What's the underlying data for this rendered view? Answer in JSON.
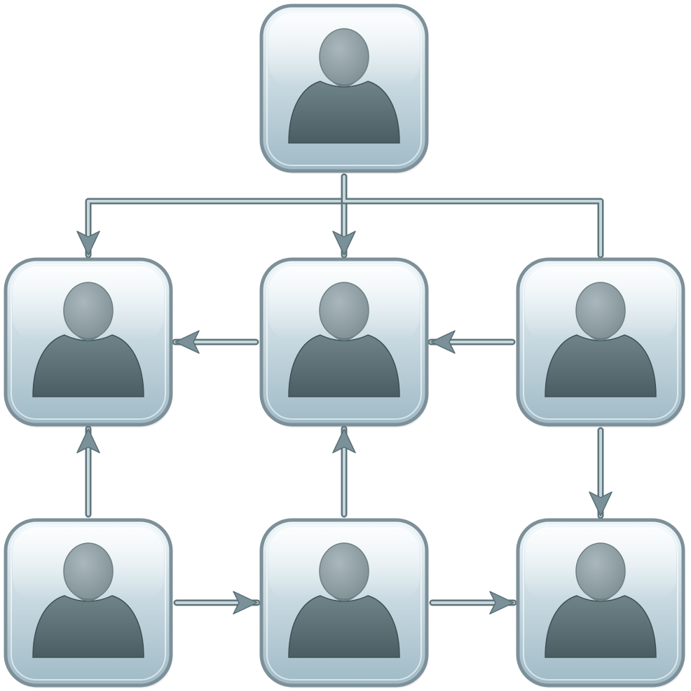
{
  "diagram": {
    "type": "organization-flow",
    "node_icon": "person-icon",
    "colors": {
      "background": "#ffffff",
      "tile_light": "#eef6f9",
      "tile_dark": "#9fbac6",
      "tile_border": "#7d9099",
      "person_head": "#8e9ea3",
      "person_body": "#52656b",
      "connector": "#7b9199"
    },
    "nodes": [
      {
        "id": "top",
        "row": 0,
        "col": 1
      },
      {
        "id": "mid-left",
        "row": 1,
        "col": 0
      },
      {
        "id": "mid-center",
        "row": 1,
        "col": 1
      },
      {
        "id": "mid-right",
        "row": 1,
        "col": 2
      },
      {
        "id": "bottom-left",
        "row": 2,
        "col": 0
      },
      {
        "id": "bottom-center",
        "row": 2,
        "col": 1
      },
      {
        "id": "bottom-right",
        "row": 2,
        "col": 2
      }
    ],
    "edges": [
      {
        "from": "top",
        "to": "mid-left",
        "route": "branch"
      },
      {
        "from": "top",
        "to": "mid-center",
        "route": "direct"
      },
      {
        "from": "top",
        "to": "mid-right",
        "route": "branch-no-arrowhead"
      },
      {
        "from": "mid-center",
        "to": "mid-left",
        "route": "direct"
      },
      {
        "from": "mid-right",
        "to": "mid-center",
        "route": "direct"
      },
      {
        "from": "mid-right",
        "to": "bottom-right",
        "route": "direct"
      },
      {
        "from": "bottom-left",
        "to": "mid-left",
        "route": "direct"
      },
      {
        "from": "bottom-center",
        "to": "mid-center",
        "route": "direct"
      },
      {
        "from": "bottom-left",
        "to": "bottom-center",
        "route": "direct"
      },
      {
        "from": "bottom-center",
        "to": "bottom-right",
        "route": "direct"
      }
    ]
  }
}
